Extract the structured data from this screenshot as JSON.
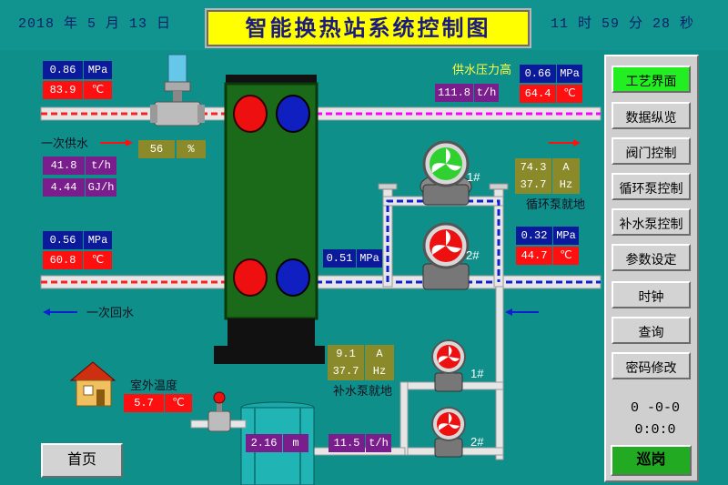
{
  "header": {
    "date": "2018 年  5  月 13  日",
    "title": "智能换热站系统控制图",
    "time": "11 时  59  分  28  秒"
  },
  "primary_supply": {
    "label": "一次供水",
    "pressure": "0.86",
    "pressure_unit": "MPa",
    "temperature": "83.9",
    "temp_unit": "℃",
    "valve_open": "56",
    "valve_unit": "%",
    "flow": "41.8",
    "flow_unit": "t/h",
    "heat": "4.44",
    "heat_unit": "GJ/h"
  },
  "primary_return": {
    "label": "一次回水",
    "pressure": "0.56",
    "pressure_unit": "MPa",
    "temperature": "60.8",
    "temp_unit": "℃"
  },
  "secondary_supply": {
    "label": "供水压力高",
    "flow": "111.8",
    "flow_unit": "t/h",
    "pressure": "0.66",
    "pressure_unit": "MPa",
    "temperature": "64.4",
    "temp_unit": "℃"
  },
  "secondary_return": {
    "pressure_mid": "0.51",
    "pressure_mid_unit": "MPa",
    "pressure": "0.32",
    "pressure_unit": "MPa",
    "temperature": "44.7",
    "temp_unit": "℃"
  },
  "circ_pumps": {
    "label": "循环泵就地",
    "pump1": "1#",
    "pump2": "2#",
    "current": "74.3",
    "current_unit": "A",
    "freq": "37.7",
    "freq_unit": "Hz"
  },
  "makeup_pumps": {
    "label": "补水泵就地",
    "pump1": "1#",
    "pump2": "2#",
    "current": "9.1",
    "current_unit": "A",
    "freq": "37.7",
    "freq_unit": "Hz",
    "flow": "11.5",
    "flow_unit": "t/h"
  },
  "tank": {
    "level": "2.16",
    "level_unit": "m"
  },
  "outdoor": {
    "label": "室外温度",
    "temperature": "5.7",
    "temp_unit": "℃"
  },
  "home_button": "首页",
  "menu": [
    "工艺界面",
    "数据纵览",
    "阀门控制",
    "循环泵控制",
    "补水泵控制",
    "参数设定",
    "时钟",
    "查询",
    "密码修改"
  ],
  "status": {
    "line1": "0 -0-0",
    "line2": "0:0:0"
  },
  "patrol_button": "巡岗",
  "colors": {
    "background": "#0f8f8a",
    "active_menu": "#22ee22",
    "patrol": "#22aa22"
  }
}
